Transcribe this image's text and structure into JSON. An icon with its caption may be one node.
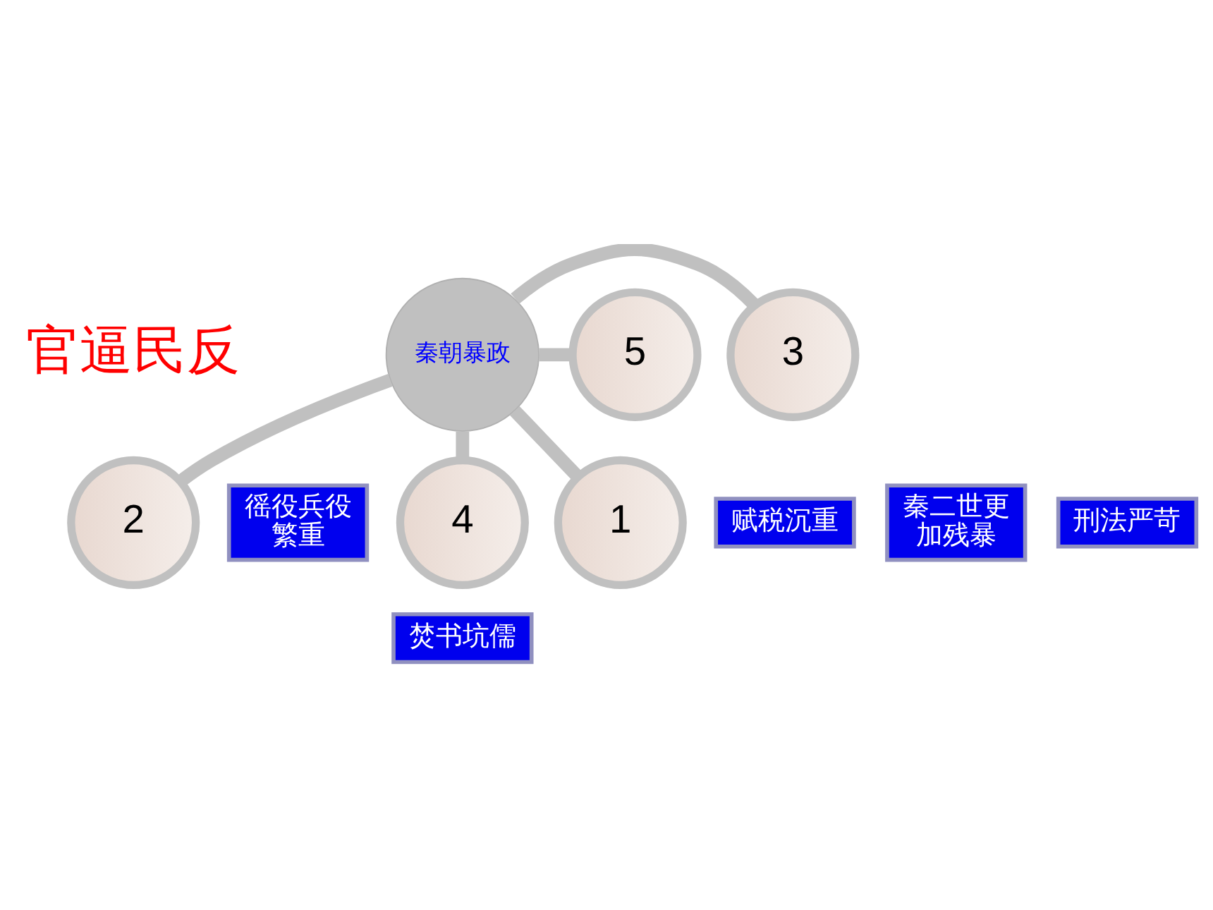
{
  "diagram": {
    "nodes": [
      {
        "text": [
          "秦朝暴政"
        ]
      },
      {
        "text": [
          "1"
        ]
      },
      {
        "text": [
          "2"
        ]
      },
      {
        "text": [
          "3"
        ]
      },
      {
        "text": [
          "4"
        ]
      },
      {
        "text": [
          "5"
        ]
      },
      {
        "text": [
          "赋税沉重"
        ]
      },
      {
        "text": [
          "徭役兵役繁重"
        ]
      },
      {
        "text": [
          "刑法严苛"
        ]
      },
      {
        "text": [
          "焚书坑儒"
        ]
      },
      {
        "text": [
          "秦二世更加残暴"
        ]
      }
    ],
    "edges": [
      {
        "from": 0,
        "to": 1,
        "arrow": "none"
      },
      {
        "from": 0,
        "to": 2,
        "arrow": "none"
      },
      {
        "from": 0,
        "to": 3,
        "arrow": "none"
      },
      {
        "from": 0,
        "to": 4,
        "arrow": "none"
      },
      {
        "from": 0,
        "to": 5,
        "arrow": "none"
      }
    ],
    "labels": [
      "官逼民反"
    ]
  }
}
